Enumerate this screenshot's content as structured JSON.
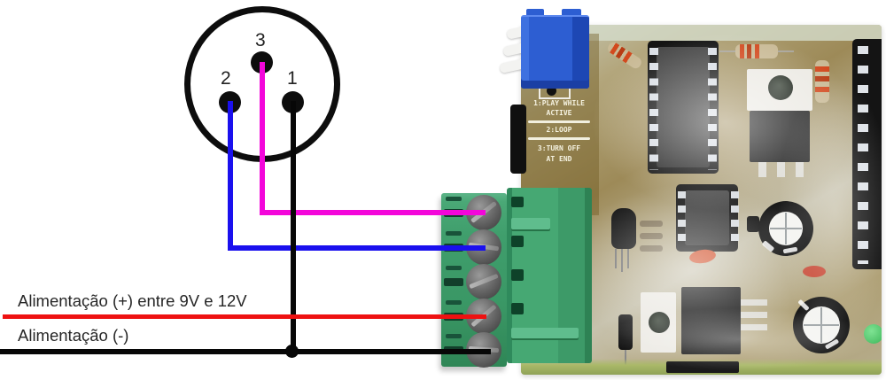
{
  "figure": {
    "connector": {
      "kind": "xlr-3-pin-front-view",
      "pins": [
        {
          "number": "1",
          "wire_color_name": "black"
        },
        {
          "number": "2",
          "wire_color_name": "blue"
        },
        {
          "number": "3",
          "wire_color_name": "magenta"
        }
      ]
    },
    "labels": {
      "power_positive": "Alimentação (+) entre 9V e 12V",
      "power_negative": "Alimentação (-)"
    },
    "colors": {
      "wire_magenta": "#f306da",
      "wire_blue": "#1a10ee",
      "wire_red": "#ee1111",
      "wire_black": "#070707",
      "terminal_green": "#41a070",
      "dip_switch_blue": "#2d5ed2",
      "pcb_tan": "#a3926a"
    }
  },
  "pcb": {
    "silkscreen": [
      "1:PLAY WHILE",
      "ACTIVE",
      "2:LOOP",
      "3:TURN OFF",
      "AT END"
    ]
  }
}
